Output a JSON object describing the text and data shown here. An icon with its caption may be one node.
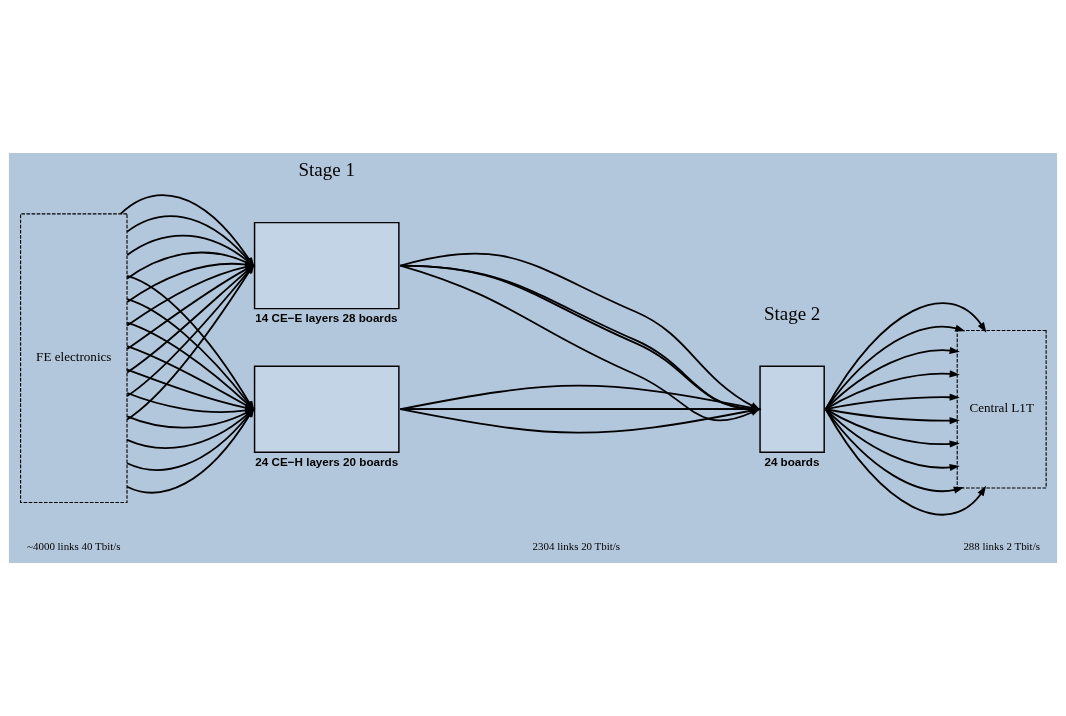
{
  "diagram": {
    "nodes": [
      {
        "text": [
          "FE electronics"
        ]
      },
      {
        "text": [],
        "shape": "box",
        "beside": [
          "14 CE−E layers 28 boards"
        ]
      },
      {
        "text": [],
        "shape": "box",
        "beside": [
          "24 CE−H layers 20 boards"
        ]
      },
      {
        "text": [],
        "shape": "box",
        "beside": [
          "24 boards"
        ]
      },
      {
        "text": [
          "Central L1T"
        ]
      }
    ],
    "edges": [
      {
        "from": 0,
        "to": 1,
        "arrow": "to"
      },
      {
        "from": 0,
        "to": 1,
        "arrow": "to"
      },
      {
        "from": 0,
        "to": 1,
        "arrow": "to"
      },
      {
        "from": 0,
        "to": 1,
        "arrow": "to"
      },
      {
        "from": 0,
        "to": 1,
        "arrow": "to"
      },
      {
        "from": 0,
        "to": 1,
        "arrow": "to"
      },
      {
        "from": 0,
        "to": 1,
        "arrow": "to"
      },
      {
        "from": 0,
        "to": 1,
        "arrow": "to"
      },
      {
        "from": 0,
        "to": 1,
        "arrow": "to"
      },
      {
        "from": 0,
        "to": 1,
        "arrow": "to"
      },
      {
        "from": 0,
        "to": 2,
        "arrow": "to"
      },
      {
        "from": 0,
        "to": 2,
        "arrow": "to"
      },
      {
        "from": 0,
        "to": 2,
        "arrow": "to"
      },
      {
        "from": 0,
        "to": 2,
        "arrow": "to"
      },
      {
        "from": 0,
        "to": 2,
        "arrow": "to"
      },
      {
        "from": 0,
        "to": 2,
        "arrow": "to"
      },
      {
        "from": 0,
        "to": 2,
        "arrow": "to"
      },
      {
        "from": 0,
        "to": 2,
        "arrow": "to"
      },
      {
        "from": 0,
        "to": 2,
        "arrow": "to"
      },
      {
        "from": 0,
        "to": 2,
        "arrow": "to"
      },
      {
        "from": 1,
        "to": 3,
        "arrow": "to"
      },
      {
        "from": 1,
        "to": 3,
        "arrow": "to"
      },
      {
        "from": 1,
        "to": 3,
        "arrow": "to"
      },
      {
        "from": 1,
        "to": 3,
        "arrow": "to"
      },
      {
        "from": 2,
        "to": 3,
        "arrow": "to"
      },
      {
        "from": 2,
        "to": 3,
        "arrow": "to"
      },
      {
        "from": 2,
        "to": 3,
        "arrow": "to"
      },
      {
        "from": 2,
        "to": 3,
        "arrow": "to"
      },
      {
        "from": 3,
        "to": 4,
        "arrow": "to"
      },
      {
        "from": 3,
        "to": 4,
        "arrow": "to"
      },
      {
        "from": 3,
        "to": 4,
        "arrow": "to"
      },
      {
        "from": 3,
        "to": 4,
        "arrow": "to"
      },
      {
        "from": 3,
        "to": 4,
        "arrow": "to"
      },
      {
        "from": 3,
        "to": 4,
        "arrow": "to"
      },
      {
        "from": 3,
        "to": 4,
        "arrow": "to"
      },
      {
        "from": 3,
        "to": 4,
        "arrow": "to"
      },
      {
        "from": 3,
        "to": 4,
        "arrow": "to"
      },
      {
        "from": 3,
        "to": 4,
        "arrow": "to"
      }
    ],
    "labels": [
      "Stage 1",
      "Stage 2",
      "~4000 links 40 Tbit/s",
      "2304 links 20 Tbit/s",
      "288 links 2 Tbit/s"
    ]
  }
}
